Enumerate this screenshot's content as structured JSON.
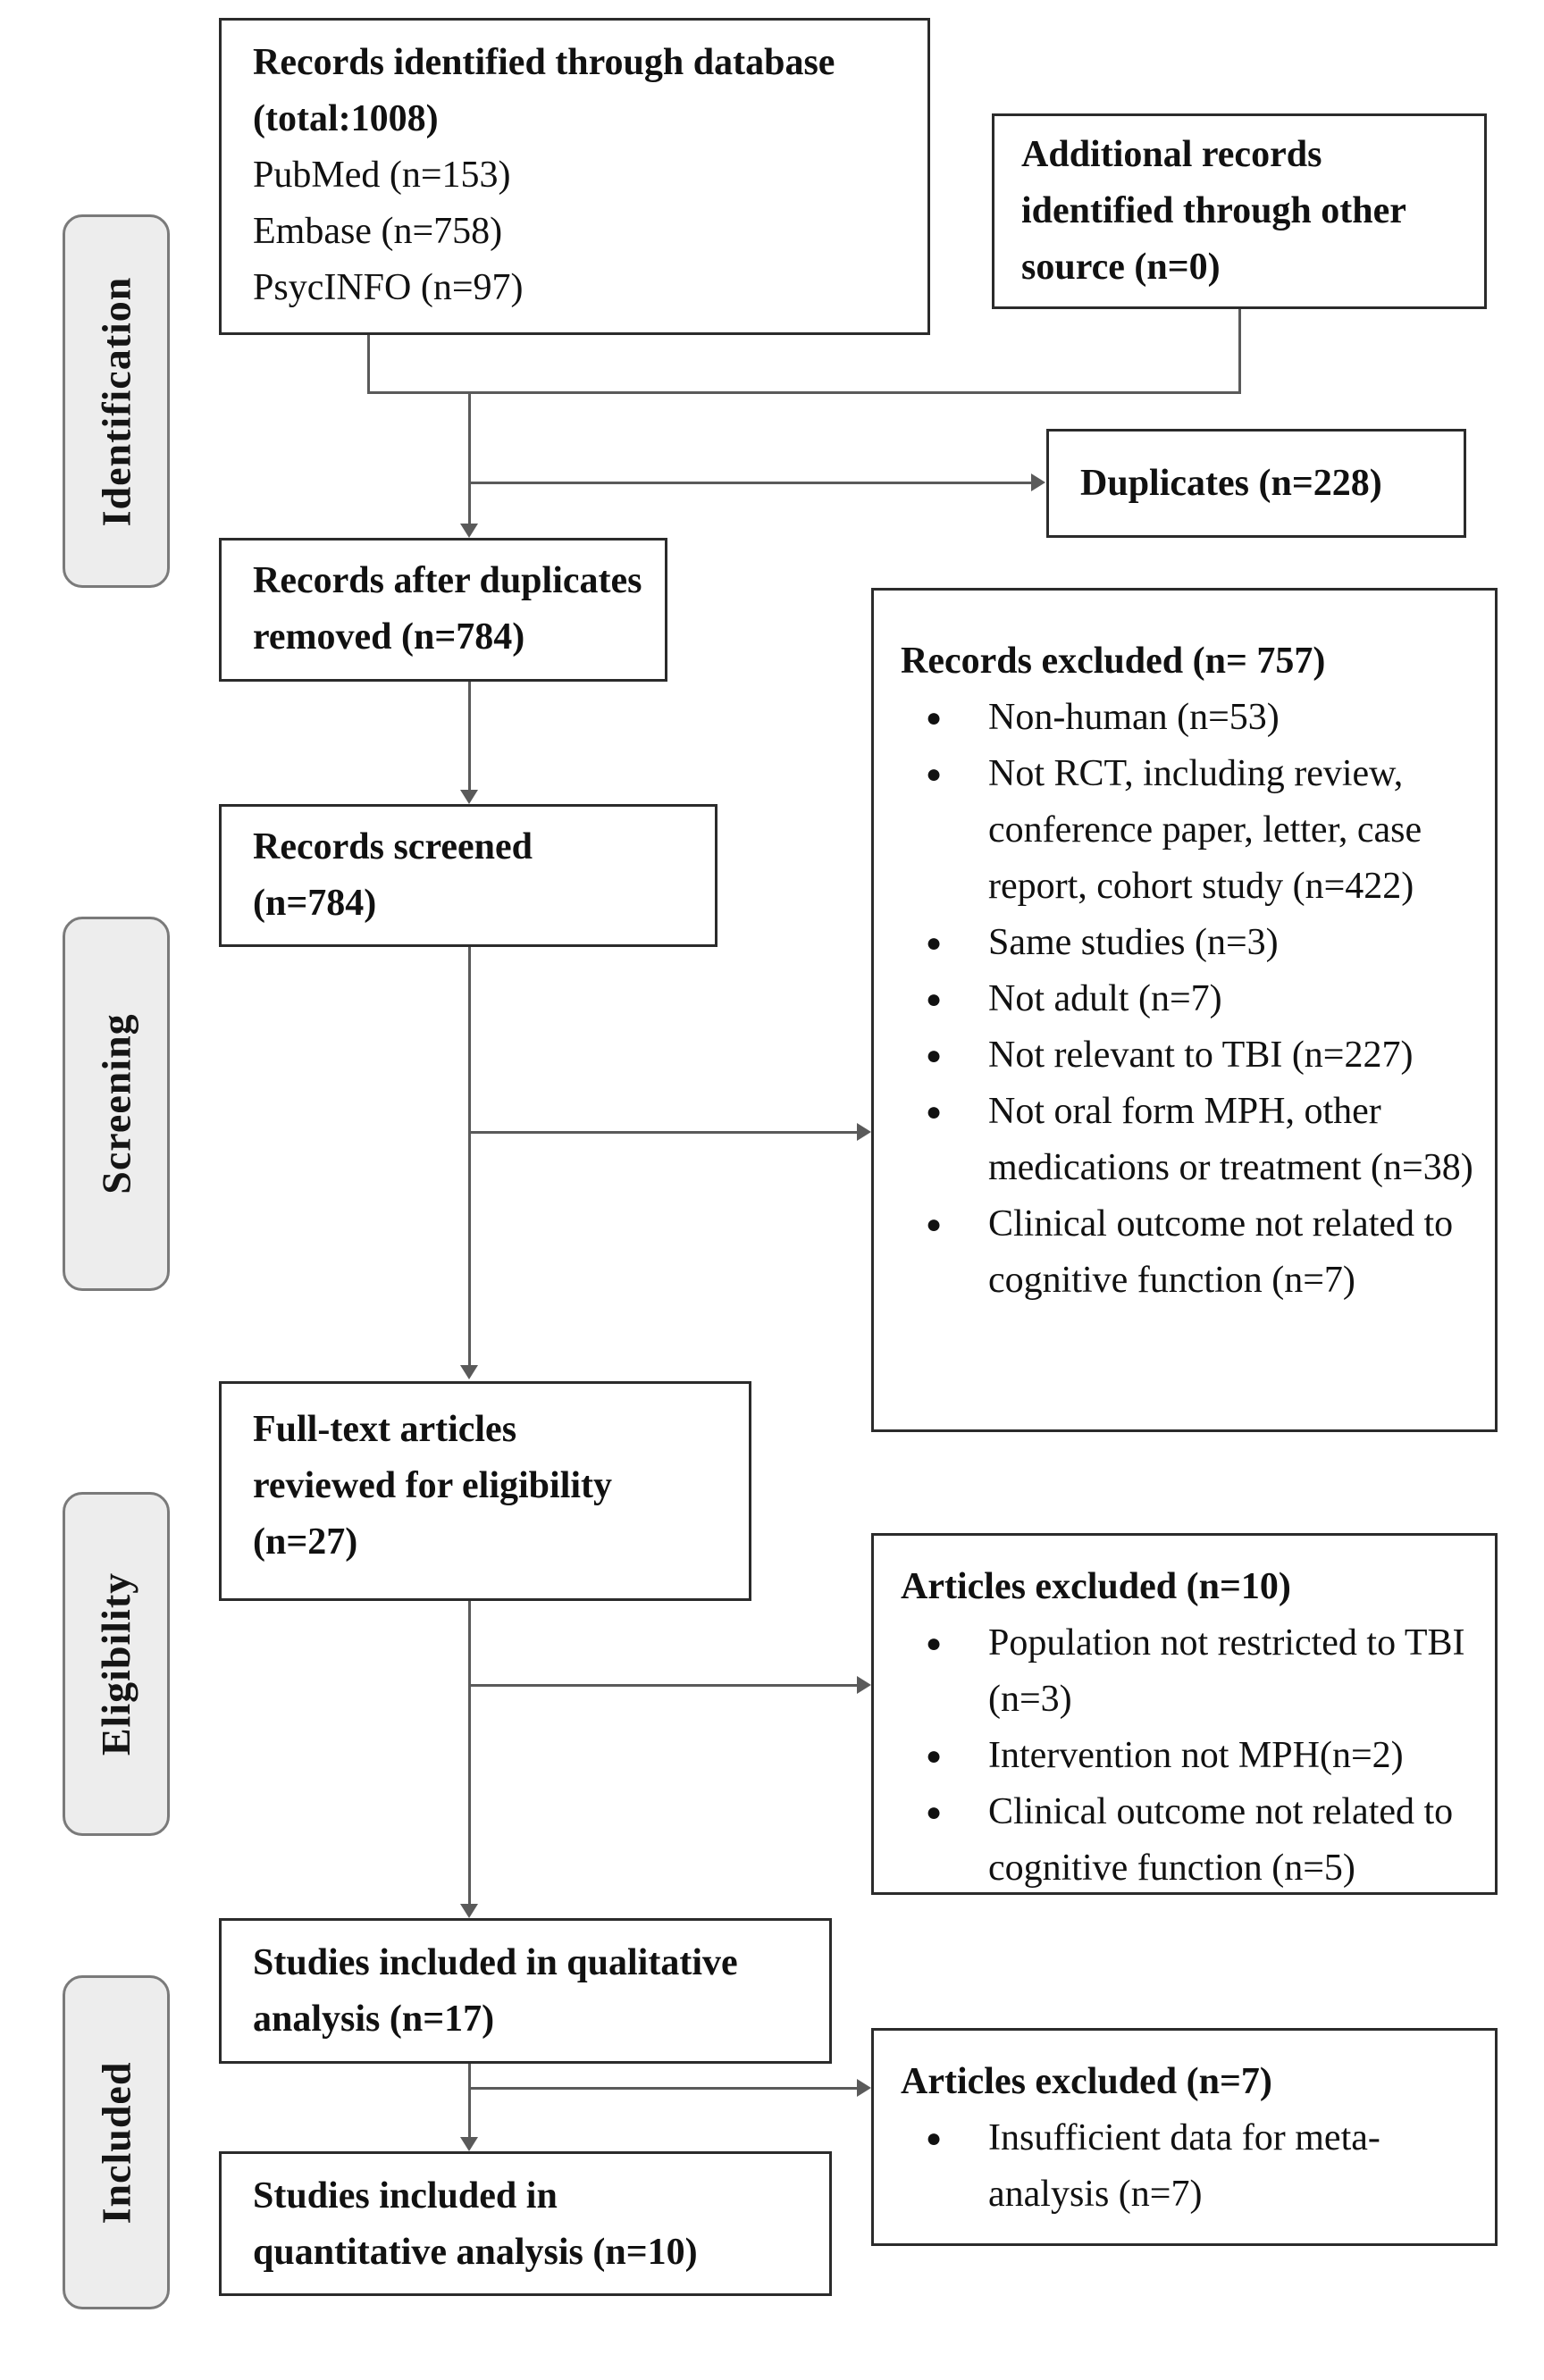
{
  "figure": {
    "type": "prisma-flow-diagram",
    "stages": [
      "Identification",
      "Screening",
      "Eligibility",
      "Included"
    ],
    "colors": {
      "stage_fill": "#ededed",
      "stage_border": "#7a7a7a",
      "box_border": "#2b2b2b",
      "connector": "#5a5a5a",
      "text": "#111111"
    },
    "boxes": {
      "identified": {
        "title": "Records identified through database\n(total:1008)",
        "sources": [
          "PubMed (n=153)",
          "Embase (n=758)",
          "PsycINFO (n=97)"
        ]
      },
      "additional": {
        "title": "Additional records\nidentified through other\nsource (n=0)"
      },
      "duplicates": {
        "title": "Duplicates (n=228)"
      },
      "after_duplicates": {
        "title": "Records after duplicates\nremoved (n=784)"
      },
      "screened": {
        "title": "Records screened\n(n=784)"
      },
      "records_excluded": {
        "title": "Records excluded (n= 757)",
        "bullets": [
          "Non-human (n=53)",
          "Not RCT, including review, conference paper, letter, case report, cohort study  (n=422)",
          "Same studies (n=3)",
          "Not adult (n=7)",
          "Not relevant to TBI (n=227)",
          "Not oral form MPH, other medications or treatment (n=38)",
          "Clinical outcome not related to cognitive function (n=7)"
        ]
      },
      "fulltext": {
        "title": "Full-text articles\nreviewed for eligibility\n(n=27)"
      },
      "articles_excluded_eligibility": {
        "title": "Articles excluded (n=10)",
        "bullets": [
          "Population not restricted to TBI (n=3)",
          "Intervention not MPH(n=2)",
          "Clinical outcome not related to cognitive function (n=5)"
        ]
      },
      "qualitative": {
        "title": "Studies included in qualitative\nanalysis (n=17)"
      },
      "articles_excluded_meta": {
        "title": "Articles excluded (n=7)",
        "bullets": [
          "Insufficient data for meta-analysis (n=7)"
        ]
      },
      "quantitative": {
        "title": "Studies included in\nquantitative analysis (n=10)"
      }
    }
  }
}
